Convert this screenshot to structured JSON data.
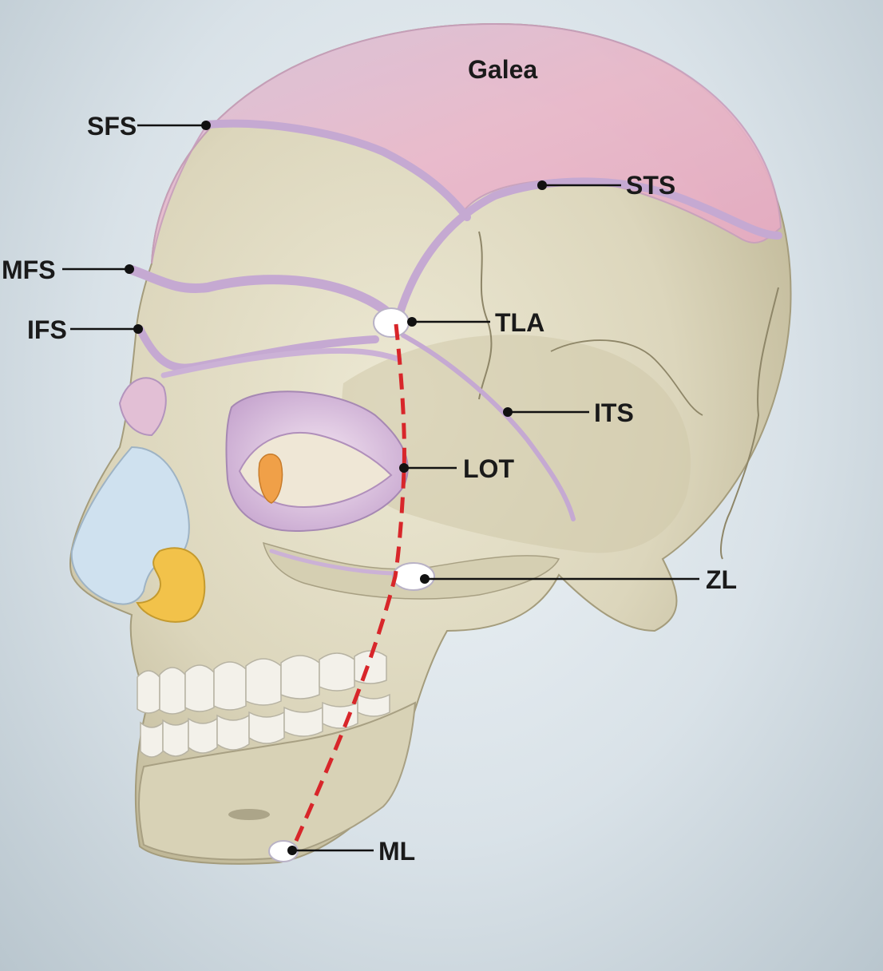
{
  "labels": {
    "galea": "Galea",
    "sfs": "SFS",
    "sts": "STS",
    "mfs": "MFS",
    "tla": "TLA",
    "ifs": "IFS",
    "its": "ITS",
    "lot": "LOT",
    "zl": "ZL",
    "ml": "ML"
  },
  "colors": {
    "bone": "#ddd8c0",
    "galea": "#e9b9cd",
    "fascia_band": "#cdb3d6",
    "nasal_cartilage": "#cfe1ef",
    "alar_cartilage": "#f2c24a",
    "ear_canal": "#f0a048",
    "ligament_marker": "#ffffff",
    "dashed_line": "#d8262a"
  }
}
